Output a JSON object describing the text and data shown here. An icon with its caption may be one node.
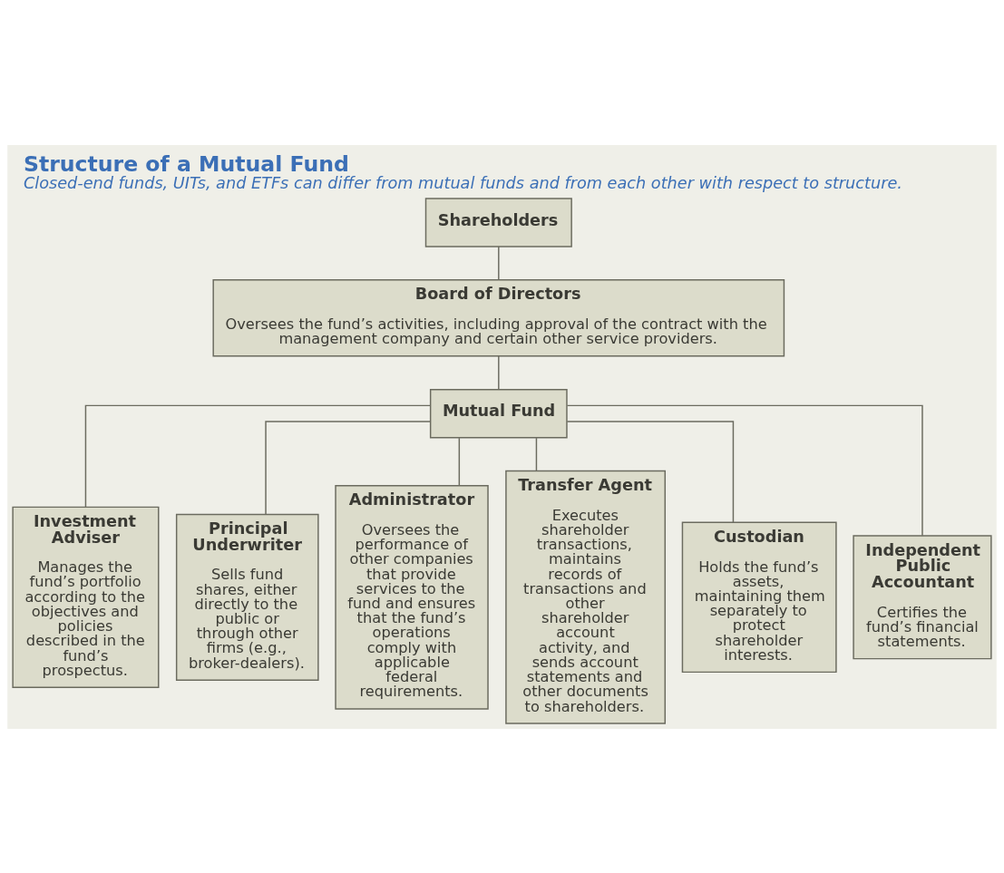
{
  "diagram": {
    "title": "Structure of a Mutual Fund",
    "caption": "Closed-end funds, UITs, and ETFs can differ from mutual funds and from each other with respect to structure.",
    "nodes": [
      {
        "text": [
          "Shareholders"
        ]
      },
      {
        "text": [
          "Board of Directors",
          "Oversees the fund’s activities, including approval of the contract with the management company and certain other service providers."
        ]
      },
      {
        "text": [
          "Mutual Fund"
        ]
      },
      {
        "text": [
          "Investment Adviser",
          "Manages the fund’s portfolio according to the objectives and policies described in the fund’s prospectus."
        ]
      },
      {
        "text": [
          "Principal Underwriter",
          "Sells fund shares, either directly to the public or through other firms (e.g., broker-dealers)."
        ]
      },
      {
        "text": [
          "Administrator",
          "Oversees the performance of other companies that provide services to the fund and ensures that the fund’s operations comply with applicable federal requirements."
        ]
      },
      {
        "text": [
          "Transfer Agent",
          "Executes shareholder transactions, maintains records of transactions and other shareholder account activity, and sends account statements and other documents to shareholders."
        ]
      },
      {
        "text": [
          "Custodian",
          "Holds the fund’s assets, maintaining them separately to protect shareholder interests."
        ]
      },
      {
        "text": [
          "Independent Public Accountant",
          "Certifies the fund’s financial statements."
        ]
      }
    ],
    "edges": [
      {
        "from": 0,
        "to": 1,
        "arrow": "none"
      },
      {
        "from": 1,
        "to": 2,
        "arrow": "none"
      },
      {
        "from": 2,
        "to": 3,
        "arrow": "none"
      },
      {
        "from": 2,
        "to": 4,
        "arrow": "none"
      },
      {
        "from": 2,
        "to": 5,
        "arrow": "none"
      },
      {
        "from": 2,
        "to": 6,
        "arrow": "none"
      },
      {
        "from": 2,
        "to": 7,
        "arrow": "none"
      },
      {
        "from": 2,
        "to": 8,
        "arrow": "none"
      }
    ]
  }
}
